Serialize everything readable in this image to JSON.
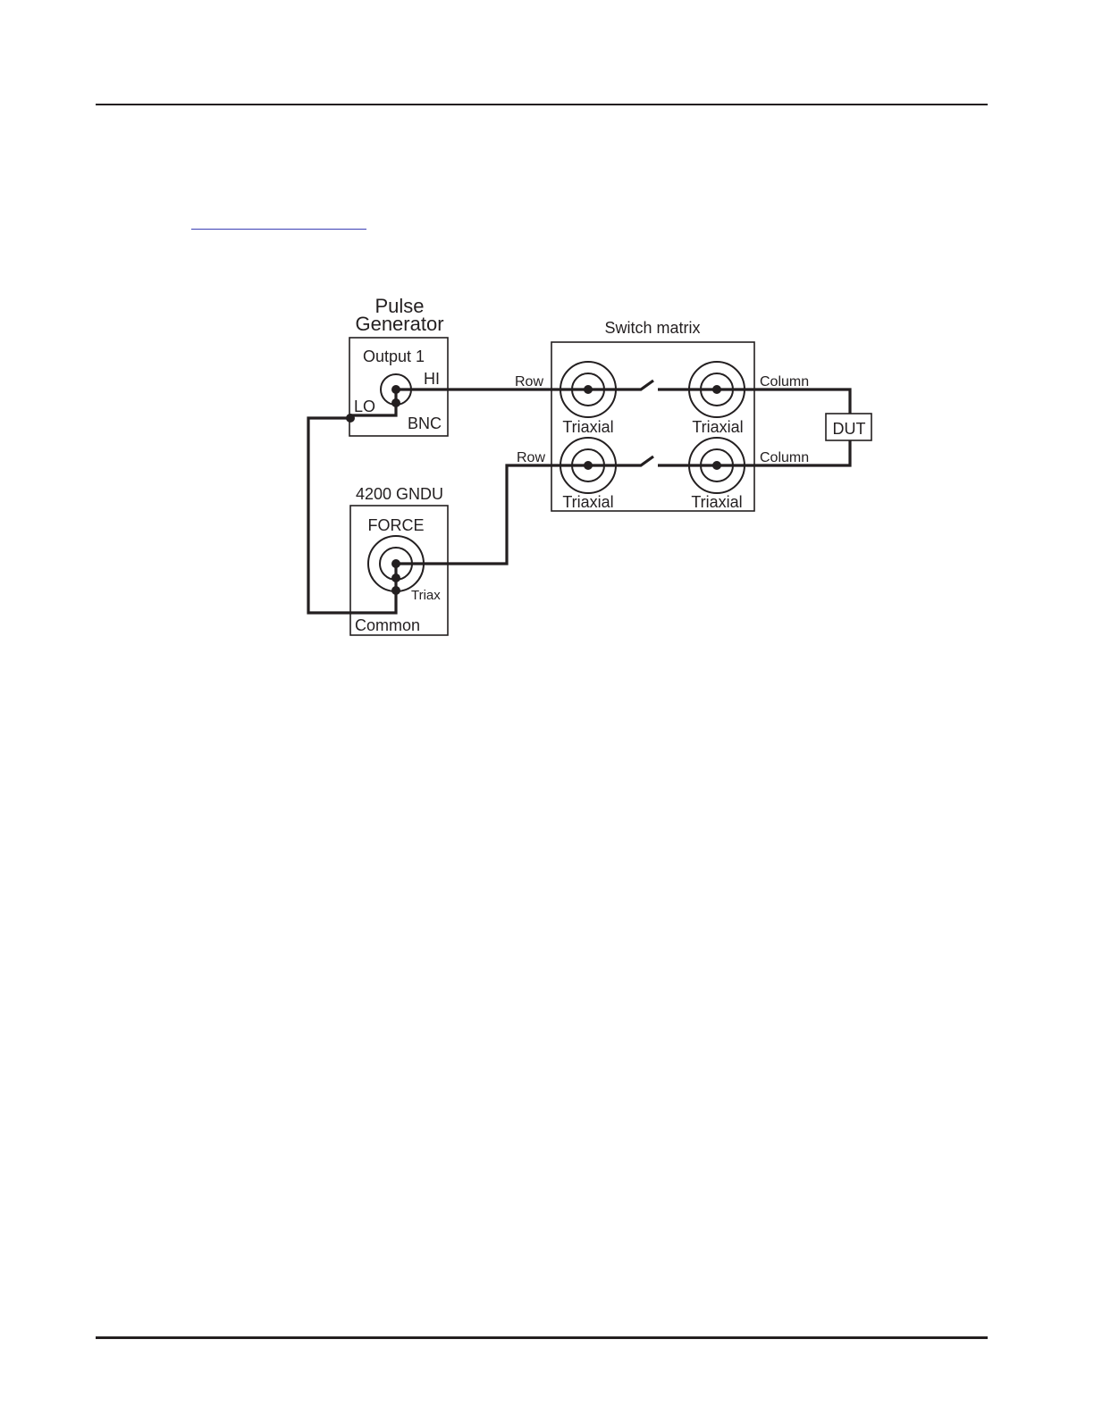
{
  "diagram": {
    "pulse_generator": {
      "title_line1": "Pulse",
      "title_line2": "Generator",
      "output": "Output 1",
      "hi": "HI",
      "lo": "LO",
      "connector": "BNC"
    },
    "gndu": {
      "title": "4200 GNDU",
      "force": "FORCE",
      "connector": "Triax",
      "common": "Common"
    },
    "switch_matrix": {
      "title": "Switch matrix",
      "row_label_top": "Row",
      "row_label_bottom": "Row",
      "column_label_top": "Column",
      "column_label_bottom": "Column",
      "conn_top_left": "Triaxial",
      "conn_top_right": "Triaxial",
      "conn_bottom_left": "Triaxial",
      "conn_bottom_right": "Triaxial"
    },
    "dut": "DUT"
  }
}
